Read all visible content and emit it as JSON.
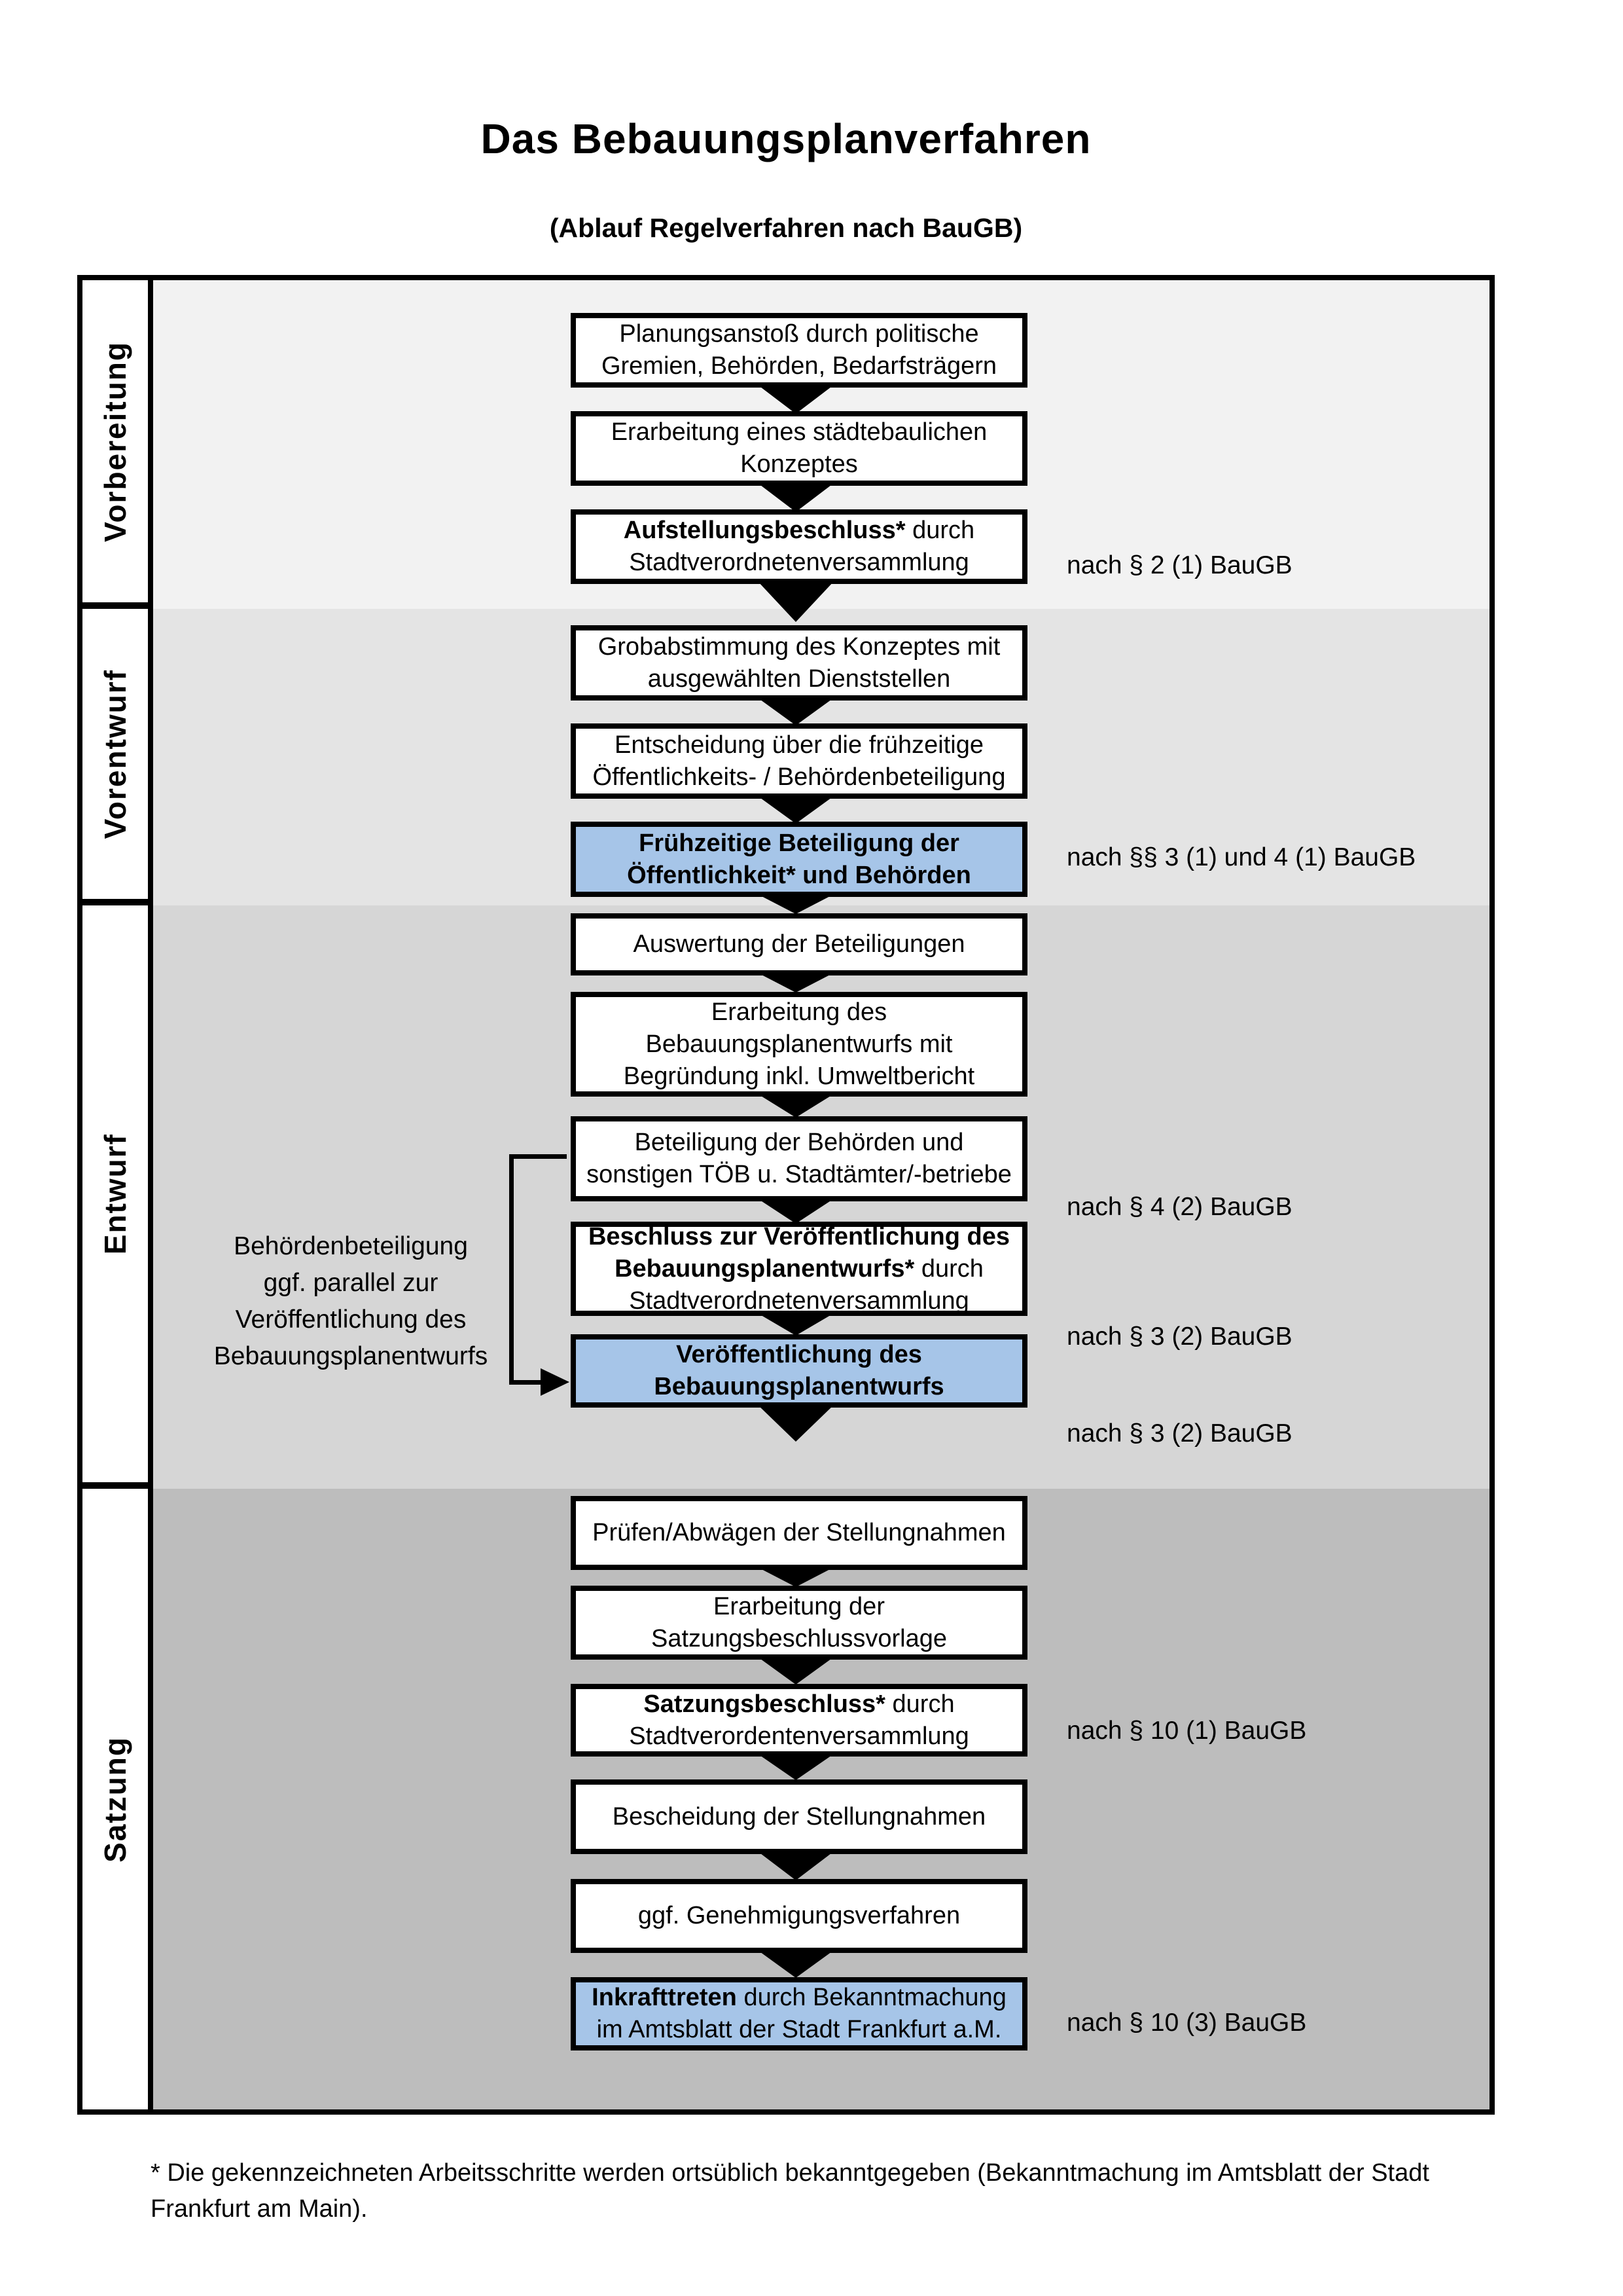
{
  "page": {
    "title": "Das Bebauungsplanverfahren",
    "subtitle": "(Ablauf Regelverfahren nach BauGB)"
  },
  "colors": {
    "band_vorbereitung": "#f2f2f2",
    "band_vorentwurf": "#e4e4e4",
    "band_entwurf": "#d6d6d6",
    "band_satzung": "#bdbdbd",
    "highlight_blue": "#a6c5e8",
    "border": "#000000"
  },
  "phases": [
    {
      "label": "Vorbereitung"
    },
    {
      "label": "Vorentwurf"
    },
    {
      "label": "Entwurf"
    },
    {
      "label": "Satzung"
    }
  ],
  "steps": {
    "planungsanstoss": {
      "line1": "Planungsanstoß durch politische",
      "line2": "Gremien, Behörden, Bedarfsträgern"
    },
    "konzept": {
      "line1": "Erarbeitung eines städtebaulichen",
      "line2": "Konzeptes"
    },
    "aufstellungsbeschluss": {
      "bold1": "Aufstellungsbeschluss*",
      "rest1": " durch",
      "line2": "Stadtverordnetenversammlung"
    },
    "grobabstimmung": {
      "line1": "Grobabstimmung des Konzeptes mit",
      "line2": "ausgewählten Dienststellen"
    },
    "entscheidung": {
      "line1": "Entscheidung über die frühzeitige",
      "line2": "Öffentlichkeits- / Behördenbeteiligung"
    },
    "fruehzeitige_beteiligung": {
      "line1": "Frühzeitige Beteiligung der",
      "line2": "Öffentlichkeit* und Behörden"
    },
    "auswertung": {
      "line1": "Auswertung der Beteiligungen"
    },
    "erarbeitung_entwurf": {
      "line1": "Erarbeitung des",
      "line2": "Bebauungsplanentwurfs mit",
      "line3": "Begründung inkl. Umweltbericht"
    },
    "behoerdenbeteiligung": {
      "line1": "Beteiligung der Behörden und",
      "line2": "sonstigen TÖB u. Stadtämter/-betriebe"
    },
    "beschluss_veroeffentlichung": {
      "bold1": "Beschluss zur Veröffentlichung des",
      "bold2": "Bebauungsplanentwurfs*",
      "rest2": " durch",
      "line3": "Stadtverordnetenversammlung"
    },
    "veroeffentlichung": {
      "line1": "Veröffentlichung des",
      "line2": "Bebauungsplanentwurfs"
    },
    "pruefen": {
      "line1": "Prüfen/Abwägen der Stellungnahmen"
    },
    "satzungsvorlage": {
      "line1": "Erarbeitung der",
      "line2": "Satzungsbeschlussvorlage"
    },
    "satzungsbeschluss": {
      "bold1": "Satzungsbeschluss*",
      "rest1": " durch",
      "line2": "Stadtverordentenversammlung"
    },
    "bescheidung": {
      "line1": "Bescheidung der Stellungnahmen"
    },
    "genehmigung": {
      "line1": "ggf. Genehmigungsverfahren"
    },
    "inkrafttreten": {
      "bold1": "Inkrafttreten",
      "rest1": " durch Bekanntmachung",
      "line2": "im Amtsblatt der Stadt Frankfurt a.M."
    }
  },
  "side_note": {
    "line1": "Behördenbeteiligung",
    "line2": "ggf. parallel zur",
    "line3": "Veröffentlichung des",
    "line4": "Bebauungsplanentwurfs"
  },
  "legal_refs": {
    "aufstellungsbeschluss": "nach § 2 (1) BauGB",
    "fruehzeitige_beteiligung": "nach §§ 3 (1) und 4 (1) BauGB",
    "behoerdenbeteiligung": "nach § 4 (2) BauGB",
    "beschluss_veroeffentlichung": "nach § 3 (2) BauGB",
    "veroeffentlichung": "nach § 3 (2) BauGB",
    "satzungsbeschluss": "nach § 10 (1) BauGB",
    "inkrafttreten": "nach § 10 (3) BauGB"
  },
  "footnote": "* Die gekennzeichneten Arbeitsschritte werden ortsüblich bekanntgegeben (Bekanntmachung im Amtsblatt der Stadt Frankfurt am Main)."
}
